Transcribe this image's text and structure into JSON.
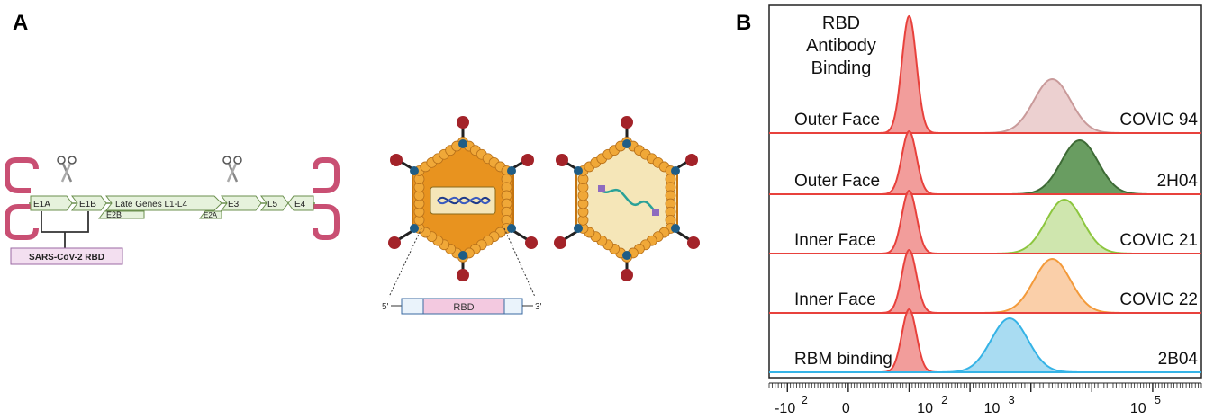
{
  "panel_a": {
    "letter": "A",
    "genome": {
      "genes_top": [
        "E1A",
        "E1B",
        "Late Genes L1-L4",
        "E3",
        "L5",
        "E4"
      ],
      "genes_bottom": [
        "E2B",
        "E2A"
      ],
      "insert_label": "SARS-CoV-2 RBD"
    },
    "cassette": {
      "five_prime": "5'",
      "label": "RBD",
      "three_prime": "3'"
    },
    "colors": {
      "itr": "#c94f73",
      "gene_fill": "#e6f2dc",
      "gene_stroke": "#6b8f4e",
      "insert_fill": "#f3dff0",
      "insert_stroke": "#9b6aa3",
      "capsid": "#e8931f",
      "fiber_knob": "#a32329",
      "penton": "#1f5d86"
    }
  },
  "panel_b": {
    "letter": "B",
    "title_lines": [
      "RBD",
      "Antibody",
      "Binding"
    ],
    "tracks": [
      {
        "left": "Outer Face",
        "right": "COVIC 94",
        "color": "#c99a9a",
        "fill": "#e9c8c8",
        "peak": 3.35
      },
      {
        "left": "Outer Face",
        "right": "2H04",
        "color": "#3d6a35",
        "fill": "#4f8c45",
        "peak": 3.8
      },
      {
        "left": "Inner Face",
        "right": "COVIC 21",
        "color": "#8dc63f",
        "fill": "#c7e2a0",
        "peak": 3.55
      },
      {
        "left": "Inner Face",
        "right": "COVIC 22",
        "color": "#f39a3a",
        "fill": "#f9c79a",
        "peak": 3.35
      },
      {
        "left": "RBM binding",
        "right": "2B04",
        "color": "#35b3e6",
        "fill": "#9ad6f0",
        "peak": 2.65
      }
    ],
    "control": {
      "color": "#e8413c",
      "fill": "#f08c8a",
      "peak": 1.0
    },
    "x_ticks": [
      {
        "label": "-10",
        "exp": "2"
      },
      {
        "label": "0",
        "exp": ""
      },
      {
        "label": "10",
        "exp": "2"
      },
      {
        "label": "10",
        "exp": "3"
      },
      {
        "label": "10",
        "exp": "5"
      }
    ]
  }
}
